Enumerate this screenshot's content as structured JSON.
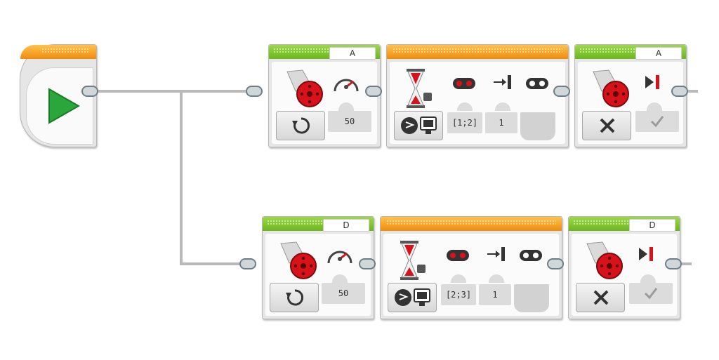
{
  "program": {
    "start_block": {
      "icon": "play-icon",
      "color": "#2aa63a"
    },
    "branch_a": {
      "motor_on": {
        "port": "A",
        "mode_icon": "rotate-on-icon",
        "power_value": "50"
      },
      "wait": {
        "mode_icon": "compare-brick-buttons-icon",
        "buttons_value": "[1;2]",
        "action_value": "1"
      },
      "motor_off": {
        "port": "A",
        "mode_icon": "stop-x-icon",
        "brake_icon": "check-icon"
      }
    },
    "branch_d": {
      "motor_on": {
        "port": "D",
        "mode_icon": "rotate-on-icon",
        "power_value": "50"
      },
      "wait": {
        "mode_icon": "compare-brick-buttons-icon",
        "buttons_value": "[2;3]",
        "action_value": "1"
      },
      "motor_off": {
        "port": "D",
        "mode_icon": "stop-x-icon",
        "brake_icon": "check-icon"
      }
    }
  },
  "colors": {
    "motor_header": "#7cc22a",
    "wait_header": "#f5a01c",
    "wire": "#b9b9b9",
    "motor_red": "#d8121a"
  }
}
